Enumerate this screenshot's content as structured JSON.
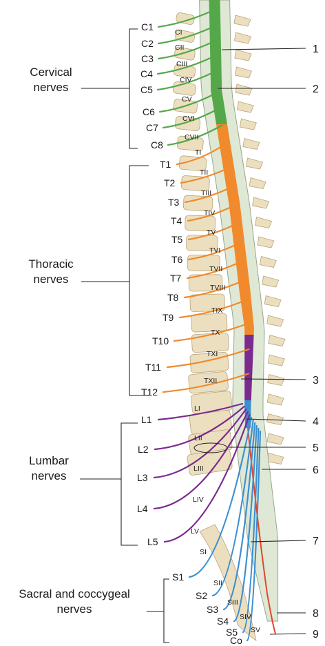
{
  "groups": [
    {
      "id": "cervical",
      "lines": [
        "Cervical",
        "nerves"
      ]
    },
    {
      "id": "thoracic",
      "lines": [
        "Thoracic",
        "nerves"
      ]
    },
    {
      "id": "lumbar",
      "lines": [
        "Lumbar",
        "nerves"
      ]
    },
    {
      "id": "sacral",
      "lines": [
        "Sacral and coccygeal",
        "nerves"
      ]
    }
  ],
  "nerves": [
    {
      "label": "C1",
      "vertebra": "CI",
      "color": "#55a84a"
    },
    {
      "label": "C2",
      "vertebra": "CII",
      "color": "#55a84a"
    },
    {
      "label": "C3",
      "vertebra": "CIII",
      "color": "#55a84a"
    },
    {
      "label": "C4",
      "vertebra": "CIV",
      "color": "#55a84a"
    },
    {
      "label": "C5",
      "vertebra": "CV",
      "color": "#55a84a"
    },
    {
      "label": "C6",
      "vertebra": "CVI",
      "color": "#55a84a"
    },
    {
      "label": "C7",
      "vertebra": "CVII",
      "color": "#55a84a"
    },
    {
      "label": "C8",
      "vertebra": "TI",
      "color": "#55a84a"
    },
    {
      "label": "T1",
      "vertebra": "TII",
      "color": "#f08a2c"
    },
    {
      "label": "T2",
      "vertebra": "TIII",
      "color": "#f08a2c"
    },
    {
      "label": "T3",
      "vertebra": "TIV",
      "color": "#f08a2c"
    },
    {
      "label": "T4",
      "vertebra": "TV",
      "color": "#f08a2c"
    },
    {
      "label": "T5",
      "vertebra": "TVI",
      "color": "#f08a2c"
    },
    {
      "label": "T6",
      "vertebra": "TVII",
      "color": "#f08a2c"
    },
    {
      "label": "T7",
      "vertebra": "TVIII",
      "color": "#f08a2c"
    },
    {
      "label": "T8",
      "vertebra": "TIX",
      "color": "#f08a2c"
    },
    {
      "label": "T9",
      "vertebra": "TX",
      "color": "#f08a2c"
    },
    {
      "label": "T10",
      "vertebra": "TXI",
      "color": "#f08a2c"
    },
    {
      "label": "T11",
      "vertebra": "TXII",
      "color": "#f08a2c"
    },
    {
      "label": "T12",
      "vertebra": "LI",
      "color": "#f08a2c"
    },
    {
      "label": "L1",
      "vertebra": "LII",
      "color": "#7b2a8e"
    },
    {
      "label": "L2",
      "vertebra": "LIII",
      "color": "#7b2a8e"
    },
    {
      "label": "L3",
      "vertebra": "LIV",
      "color": "#7b2a8e"
    },
    {
      "label": "L4",
      "vertebra": "LV",
      "color": "#7b2a8e"
    },
    {
      "label": "L5",
      "vertebra": "SI",
      "color": "#7b2a8e"
    },
    {
      "label": "S1",
      "vertebra": "SII",
      "color": "#3d8fd0"
    },
    {
      "label": "S2",
      "vertebra": "SIII",
      "color": "#3d8fd0"
    },
    {
      "label": "S3",
      "vertebra": "SIV",
      "color": "#3d8fd0"
    },
    {
      "label": "S4",
      "vertebra": "SV",
      "color": "#3d8fd0"
    },
    {
      "label": "S5",
      "vertebra": "",
      "color": "#3d8fd0"
    },
    {
      "label": "Co",
      "vertebra": "",
      "color": "#3d8fd0"
    }
  ],
  "callouts": [
    "1",
    "2",
    "3",
    "4",
    "5",
    "6",
    "7",
    "8",
    "9"
  ],
  "colors": {
    "cervical": "#55a84a",
    "thoracic": "#f08a2c",
    "lumbar": "#7b2a8e",
    "sacral": "#3d8fd0",
    "filum": "#e2452f",
    "bone": "#ecdfbf",
    "bone_edge": "#b8a57a",
    "dura": "#dfe8d4"
  }
}
